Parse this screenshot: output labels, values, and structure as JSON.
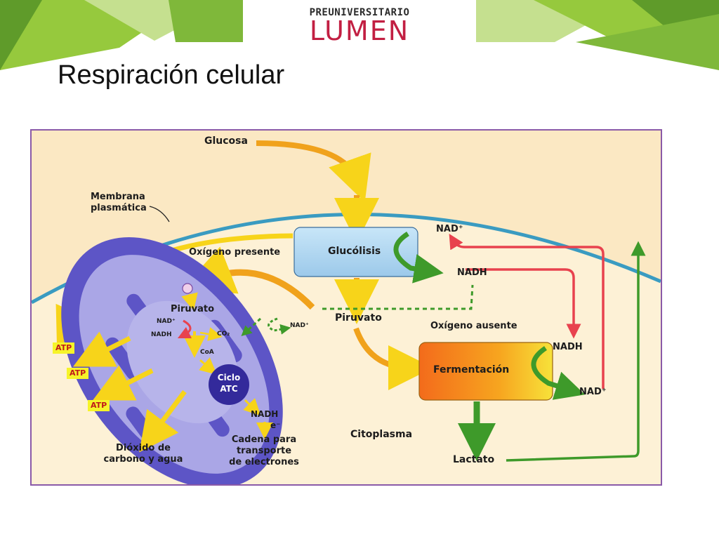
{
  "header": {
    "logo_top": "PREUNIVERSITARIO",
    "logo_main": "LUMEN",
    "colors": {
      "green_dark": "#5f9b2a",
      "green_light": "#96c93d",
      "green_pale": "#c5e08f",
      "logo_red": "#c21f42"
    }
  },
  "slide": {
    "title": "Respiración celular"
  },
  "diagram": {
    "glucose": "Glucosa",
    "membrane_line1": "Membrana",
    "membrane_line2": "plasmática",
    "glycolysis": "Glucólisis",
    "nad_plus": "NAD⁺",
    "nadh": "NADH",
    "oxygen_present": "Oxígeno presente",
    "pyruvate": "Piruvato",
    "oxygen_absent": "Oxígeno ausente",
    "fermentation": "Fermentación",
    "lactate": "Lactato",
    "cytoplasm": "Citoplasma",
    "mito": {
      "pyruvate": "Piruvato",
      "nad_plus": "NAD⁺",
      "nadh": "NADH",
      "co2": "CO₂",
      "coa": "CoA",
      "krebs_line1": "Ciclo",
      "krebs_line2": "ATC",
      "nadh2": "NADH",
      "electron": "e⁻",
      "chain_line1": "Cadena para",
      "chain_line2": "transporte",
      "chain_line3": "de electrones",
      "nad_plus_side": "NAD⁺"
    },
    "atp": [
      "ATP",
      "ATP",
      "ATP"
    ],
    "co2_water_line1": "Dióxido de",
    "co2_water_line2": "carbono y agua",
    "colors": {
      "background": "#fbe8c3",
      "membrane": "#3a9bc1",
      "mitochondria": "#6a60c4",
      "glycolysis_box": "#a8d4ef",
      "arrow_yellow": "#f7d41a",
      "arrow_orange": "#ef8a1c",
      "arrow_red": "#e8424e",
      "arrow_green": "#3e9a2a"
    }
  }
}
